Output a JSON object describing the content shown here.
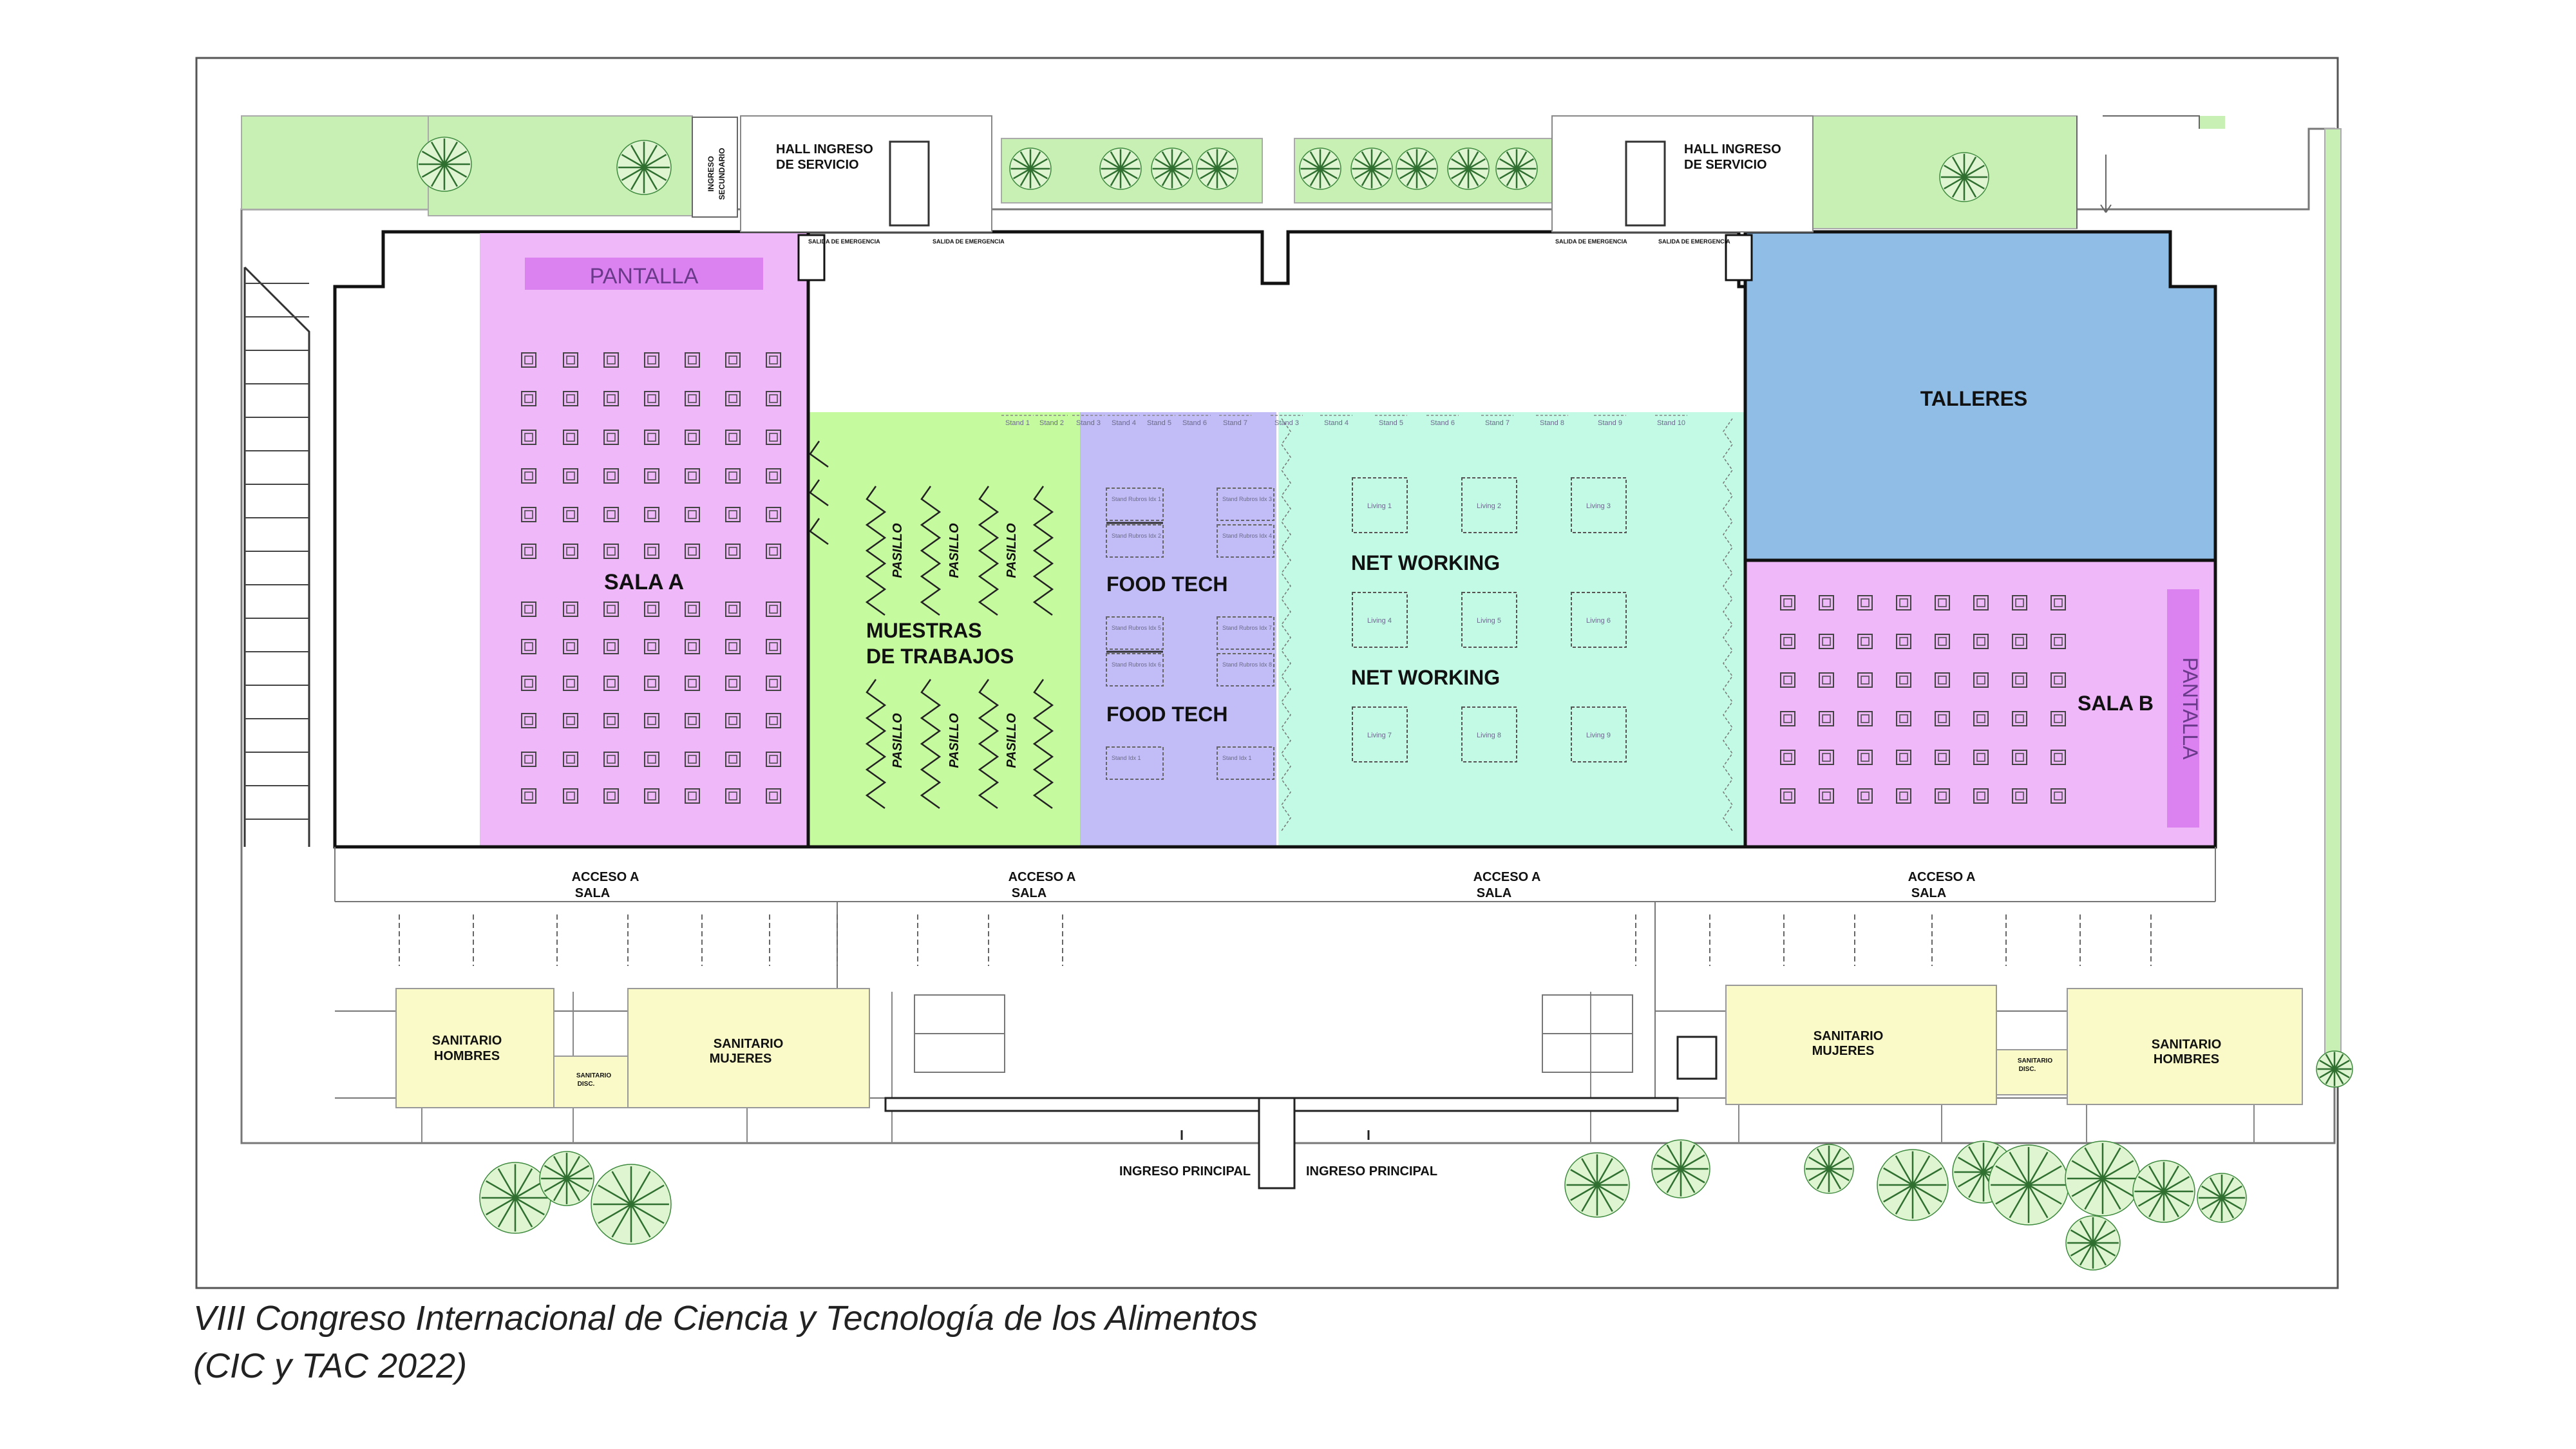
{
  "caption": {
    "line1": "VIII Congreso Internacional de Ciencia y Tecnología de los Alimentos",
    "line2": "(CIC y TAC 2022)"
  },
  "colors": {
    "sala": "#efb8f8",
    "pantalla": "#dc82f0",
    "muestras": "#c6fa9e",
    "foodtech": "#c2bdf6",
    "networking": "#c2fae6",
    "talleres": "#8fbde6",
    "sanitario": "#fafac8",
    "green_area": "#c8f0b4",
    "tree": "#3e8a3e"
  },
  "rooms": {
    "sala_a": "SALA A",
    "sala_b": "SALA B",
    "pantalla_a": "PANTALLA",
    "pantalla_b": "PANTALLA",
    "muestras_1": "MUESTRAS",
    "muestras_2": "DE TRABAJOS",
    "food_tech_1": "FOOD TECH",
    "food_tech_2": "FOOD TECH",
    "net_working_1": "NET WORKING",
    "net_working_2": "NET WORKING",
    "talleres": "TALLERES"
  },
  "pasillo": "PASILLO",
  "service": {
    "hall_left_1": "HALL INGRESO",
    "hall_left_2": "DE SERVICIO",
    "hall_right_1": "HALL INGRESO",
    "hall_right_2": "DE SERVICIO",
    "ingreso_sec_1": "INGRESO",
    "ingreso_sec_2": "SECUNDARIO",
    "salida": "SALIDA DE EMERGENCIA"
  },
  "access": {
    "a1": [
      "ACCESO A",
      "SALA"
    ],
    "a2": [
      "ACCESO A",
      "SALA"
    ],
    "a3": [
      "ACCESO A",
      "SALA"
    ],
    "a4": [
      "ACCESO A",
      "SALA"
    ]
  },
  "sanitarios": {
    "left_hombres": [
      "SANITARIO",
      "HOMBRES"
    ],
    "left_disc": [
      "SANITARIO",
      "DISC."
    ],
    "left_mujeres": [
      "SANITARIO",
      "MUJERES"
    ],
    "right_mujeres": [
      "SANITARIO",
      "MUJERES"
    ],
    "right_disc": [
      "SANITARIO",
      "DISC."
    ],
    "right_hombres": [
      "SANITARIO",
      "HOMBRES"
    ]
  },
  "entrances": {
    "main_1": "INGRESO PRINCIPAL",
    "main_2": "INGRESO PRINCIPAL"
  },
  "stands_top": [
    "Stand 1",
    "Stand 2",
    "Stand 3",
    "Stand 4",
    "Stand 5",
    "Stand 6",
    "Stand 7",
    "Stand 3",
    "Stand 4",
    "Stand 5",
    "Stand 6",
    "Stand 7",
    "Stand 8",
    "Stand 9",
    "Stand 10"
  ],
  "stands_foodtech": [
    "Stand Rubros Idx 1",
    "Stand Rubros Idx 2",
    "Stand Rubros Idx 3",
    "Stand Rubros Idx 4",
    "Stand Rubros Idx 5",
    "Stand Rubros Idx 6",
    "Stand Rubros Idx 7",
    "Stand Rubros Idx 8",
    "Stand Idx 1",
    "Stand Idx 1"
  ],
  "living": [
    "Living 1",
    "Living 2",
    "Living 3",
    "Living 4",
    "Living 5",
    "Living 6",
    "Living 7",
    "Living 8",
    "Living 9"
  ]
}
